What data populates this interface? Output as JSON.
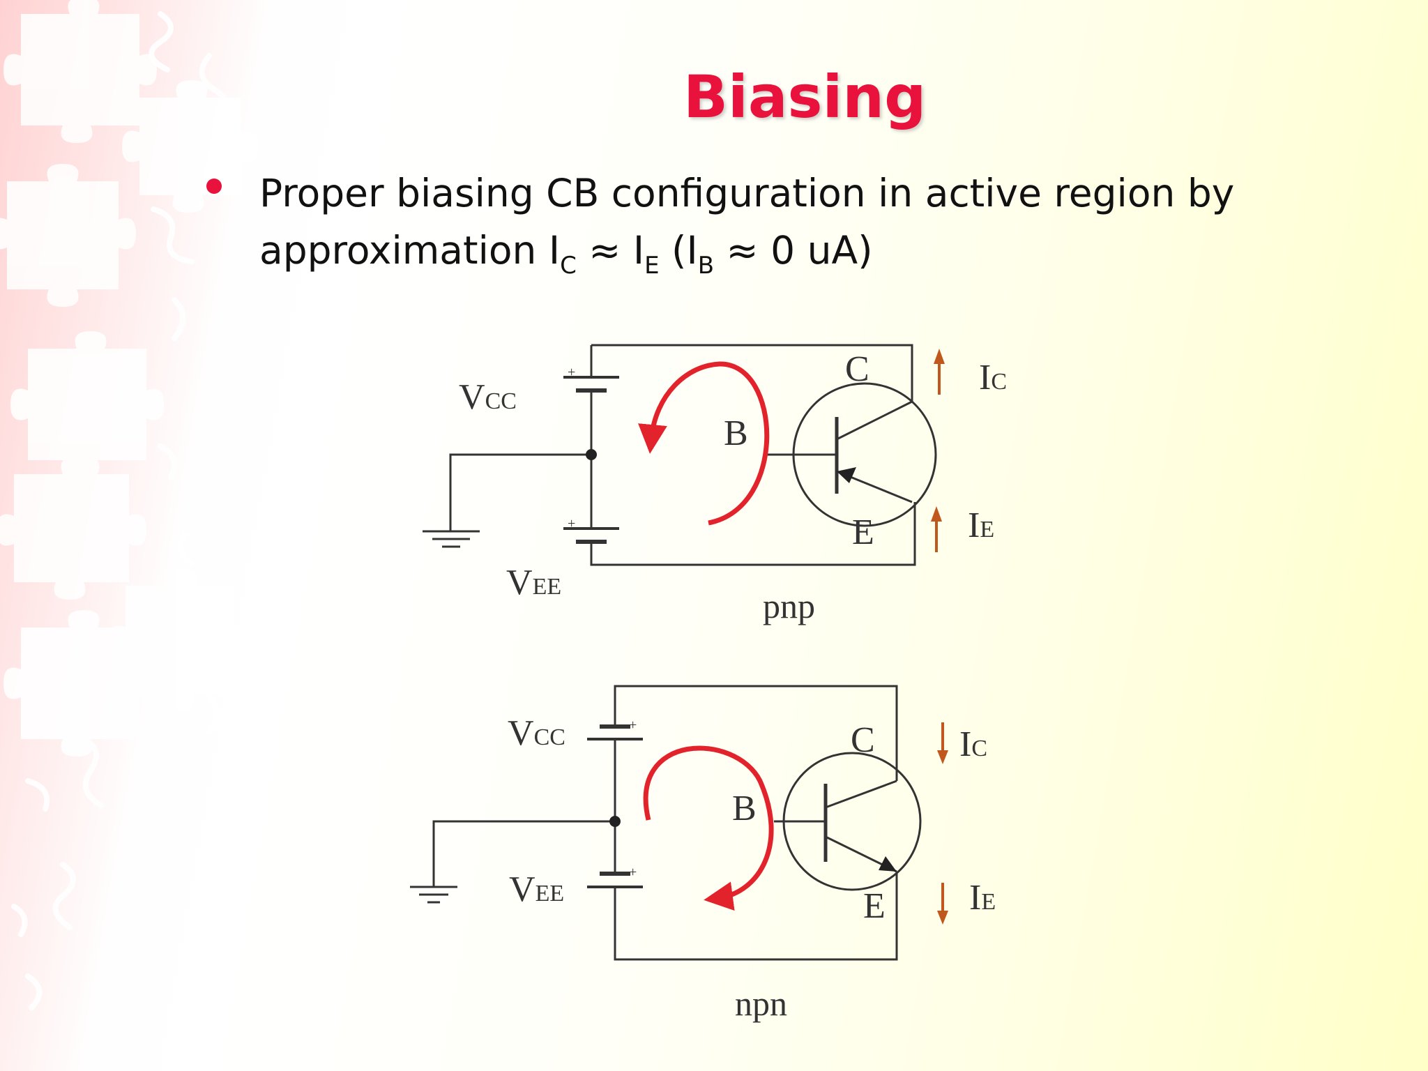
{
  "slide": {
    "title": "Biasing",
    "bullet": {
      "line1": "Proper biasing CB configuration in active region by",
      "line2_prefix": "approximation I",
      "ic_sub": "C",
      "approx1": " ≈ I",
      "ie_sub": "E",
      "paren_open": " (I",
      "ib_sub": "B",
      "line2_suffix": " ≈ 0 uA)"
    }
  },
  "circuits": [
    {
      "caption": "pnp",
      "vcc_label": "V",
      "vcc_sub": "CC",
      "vee_label": "V",
      "vee_sub": "EE",
      "collector": "C",
      "base": "B",
      "emitter": "E",
      "ic_label": "I",
      "ic_sub": "C",
      "ie_label": "I",
      "ie_sub": "E",
      "current_direction": "up",
      "loop_direction": "counter-clockwise"
    },
    {
      "caption": "npn",
      "vcc_label": "V",
      "vcc_sub": "CC",
      "vee_label": "V",
      "vee_sub": "EE",
      "collector": "C",
      "base": "B",
      "emitter": "E",
      "ic_label": "I",
      "ic_sub": "C",
      "ie_label": "I",
      "ie_sub": "E",
      "current_direction": "down",
      "loop_direction": "clockwise"
    }
  ],
  "colors": {
    "title": "#e8123c",
    "bullet_dot": "#e8123c",
    "loop_arrow": "#e3232b",
    "current_arrow": "#c0581e",
    "wire": "#333333"
  }
}
